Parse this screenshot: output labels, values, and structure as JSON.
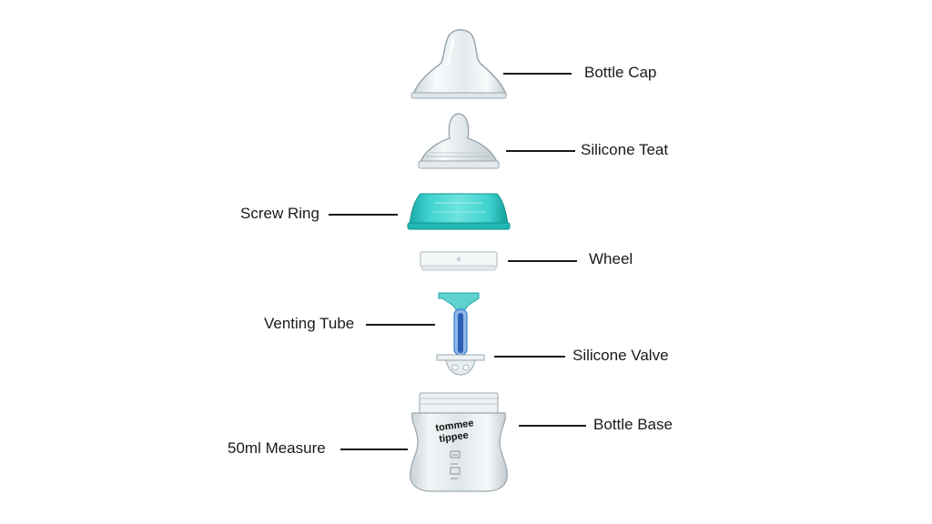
{
  "diagram": {
    "labels": {
      "bottle_cap": "Bottle Cap",
      "silicone_teat": "Silicone Teat",
      "screw_ring": "Screw Ring",
      "wheel": "Wheel",
      "venting_tube": "Venting Tube",
      "silicone_valve": "Silicone Valve",
      "bottle_base": "Bottle Base",
      "measure_50ml": "50ml Measure"
    },
    "brand": {
      "line1": "tommee",
      "line2": "tippee"
    },
    "colors": {
      "screw_ring": "#2ec4c0",
      "venting_tube": "#3a7fd0",
      "clear_plastic": "#e6ecef",
      "outline": "#9aa6ad"
    }
  }
}
